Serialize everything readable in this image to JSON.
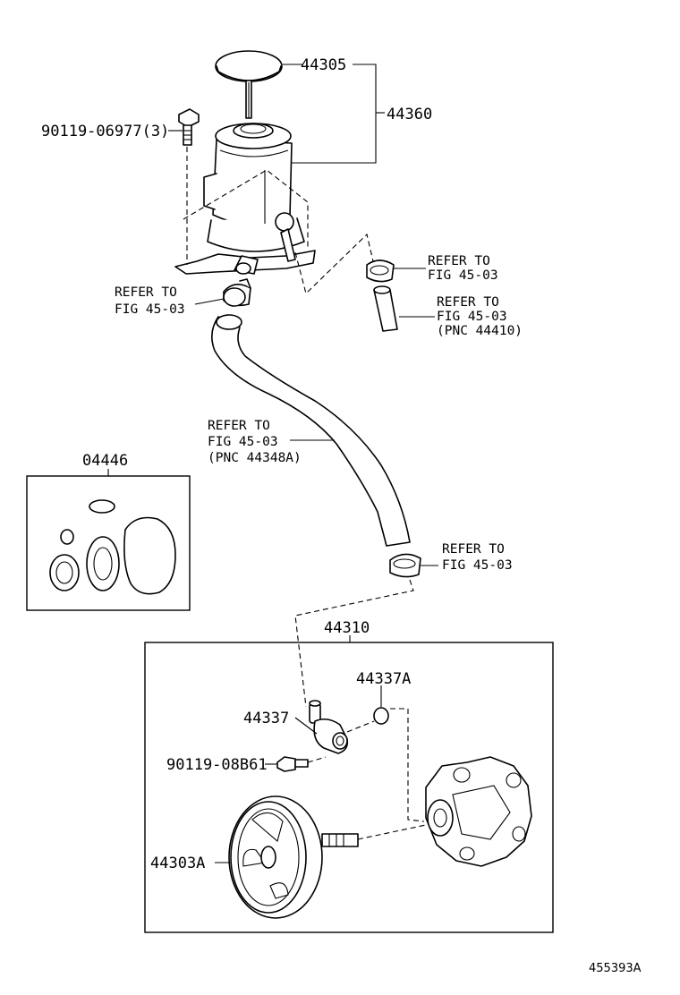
{
  "parts": {
    "cap": "44305",
    "reservoir_assy": "44360",
    "bolt_top": "90119-06977(3)",
    "gasket_kit": "04446",
    "pump_assy": "44310",
    "oring": "44337A",
    "union": "44337",
    "bolt_union": "90119-08B61",
    "pulley": "44303A"
  },
  "refs": {
    "ref_reservoir_clamp": [
      "REFER TO",
      "FIG 45-03"
    ],
    "ref_right_clamp": [
      "REFER TO",
      "FIG 45-03"
    ],
    "ref_right_hose": [
      "REFER TO",
      "FIG 45-03",
      "(PNC 44410)"
    ],
    "ref_main_hose": [
      "REFER TO",
      "FIG 45-03",
      "(PNC 44348A)"
    ],
    "ref_lower_clamp": [
      "REFER TO",
      "FIG 45-03"
    ]
  },
  "illustration_id": "455393A"
}
